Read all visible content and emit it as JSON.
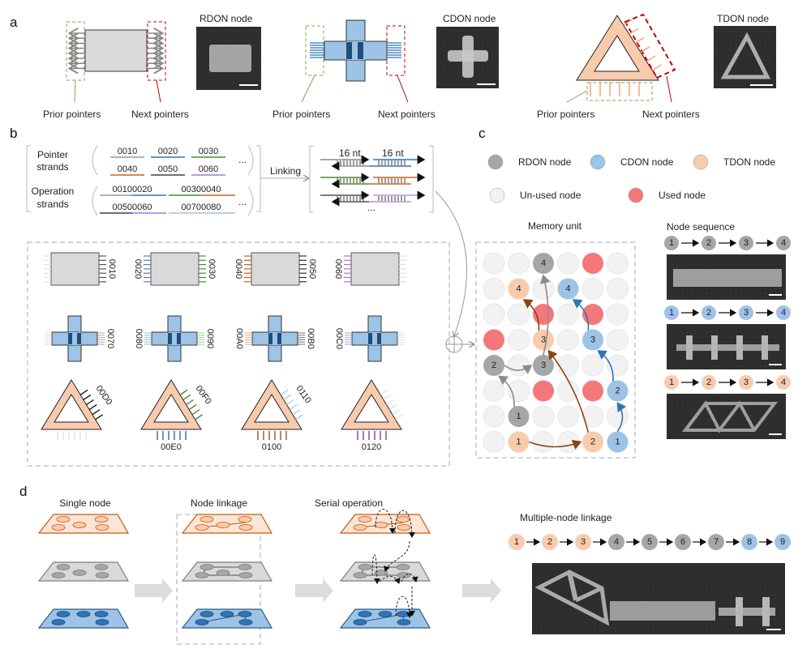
{
  "panels": {
    "a": {
      "label": "a",
      "nodes": [
        {
          "type": "RDON",
          "title": "RDON node",
          "prior_label": "Prior pointers",
          "next_label": "Next pointers"
        },
        {
          "type": "CDON",
          "title": "CDON node",
          "prior_label": "Prior pointers",
          "next_label": "Next pointers"
        },
        {
          "type": "TDON",
          "title": "TDON node",
          "prior_label": "Prior pointers",
          "next_label": "Next pointers"
        }
      ]
    },
    "b": {
      "label": "b",
      "pointer_strands_label": [
        "Pointer",
        "strands"
      ],
      "operation_strands_label": [
        "Operation",
        "strands"
      ],
      "pointer_strands": [
        {
          "code": "0010",
          "color": "#9a9a9a"
        },
        {
          "code": "0020",
          "color": "#2e75b6"
        },
        {
          "code": "0030",
          "color": "#4e8a2e"
        },
        {
          "code": "0040",
          "color": "#d0601c"
        },
        {
          "code": "0050",
          "color": "#404040"
        },
        {
          "code": "0060",
          "color": "#a678d2"
        }
      ],
      "operation_strands": [
        {
          "code": "00100020",
          "colors": [
            "#9a9a9a",
            "#2e75b6"
          ]
        },
        {
          "code": "00300040",
          "colors": [
            "#4e8a2e",
            "#d0601c"
          ]
        },
        {
          "code": "00500060",
          "colors": [
            "#404040",
            "#a678d2"
          ]
        },
        {
          "code": "00700080",
          "colors": [
            "#bdbdbd",
            "#9cc3e6"
          ]
        }
      ],
      "ellipsis": "...",
      "linking_label": "Linking",
      "nt_labels": [
        "16 nt",
        "16 nt"
      ],
      "duplexes": [
        {
          "left": "#8a8a8a",
          "right": "#2e75b6"
        },
        {
          "left": "#4e8a2e",
          "right": "#d0601c"
        },
        {
          "left": "#505050",
          "right": "#b894dc"
        }
      ],
      "library": {
        "rdon": [
          {
            "prior": null,
            "prior_color": "#e0e0e0",
            "next": "0010",
            "next_color": "#555555"
          },
          {
            "prior": "0020",
            "prior_color": "#5b7fa8",
            "next": "0030",
            "next_color": "#4e8a2e"
          },
          {
            "prior": "0040",
            "prior_color": "#d0601c",
            "next": "0050",
            "next_color": "#333333"
          },
          {
            "prior": "0060",
            "prior_color": "#a678d2",
            "next": null,
            "next_color": "#e0e0e0"
          }
        ],
        "cdon": [
          {
            "prior": null,
            "prior_color": "#e0e0e0",
            "next": "0070",
            "next_color": "#b5b5b5"
          },
          {
            "prior": "0080",
            "prior_color": "#9cc3e6",
            "next": "0090",
            "next_color": "#a9d18e"
          },
          {
            "prior": "00A0",
            "prior_color": "#f4b183",
            "next": "00B0",
            "next_color": "#7f7f7f"
          },
          {
            "prior": "00C0",
            "prior_color": "#c5a6e4",
            "next": null,
            "next_color": "#e0e0e0"
          }
        ],
        "tdon": [
          {
            "prior": null,
            "prior_color": "#e0e0e0",
            "next": "00D0",
            "next_color": "#111111"
          },
          {
            "prior": "00E0",
            "prior_color": "#2e5a8a",
            "next": "00F0",
            "next_color": "#4e7a2e"
          },
          {
            "prior": "0100",
            "prior_color": "#8b4513",
            "next": "0110",
            "next_color": "#b4c7dc"
          },
          {
            "prior": "0120",
            "prior_color": "#7030a0",
            "next": null,
            "next_color": "#e0e0e0"
          }
        ]
      }
    },
    "c": {
      "label": "c",
      "legend": [
        {
          "key": "rdon",
          "label": "RDON node",
          "color": "#a6a6a6"
        },
        {
          "key": "cdon",
          "label": "CDON node",
          "color": "#9dc3e6"
        },
        {
          "key": "tdon",
          "label": "TDON node",
          "color": "#f8cbad"
        },
        {
          "key": "unused",
          "label": "Un-used node",
          "color": "#f2f2f2"
        },
        {
          "key": "used",
          "label": "Used node",
          "color": "#f4777a"
        }
      ],
      "memory_unit_title": "Memory unit",
      "grid": [
        [
          "unused",
          "unused",
          "rdon:4",
          "unused",
          "used",
          "unused"
        ],
        [
          "unused",
          "tdon:4",
          "unused",
          "cdon:4",
          "unused",
          "unused"
        ],
        [
          "unused",
          "unused",
          "used",
          "unused",
          "used",
          "unused"
        ],
        [
          "used",
          "unused",
          "tdon:3",
          "unused",
          "cdon:3",
          "unused"
        ],
        [
          "rdon:2",
          "unused",
          "rdon:3",
          "unused",
          "unused",
          "unused"
        ],
        [
          "unused",
          "unused",
          "used",
          "unused",
          "used",
          "cdon:2"
        ],
        [
          "unused",
          "rdon:1",
          "unused",
          "unused",
          "unused",
          "unused"
        ],
        [
          "unused",
          "tdon:1",
          "unused",
          "unused",
          "tdon:2",
          "cdon:1"
        ]
      ],
      "paths": [
        {
          "type": "rdon",
          "color": "#8c8c8c",
          "sequence": [
            1,
            2,
            3,
            4
          ]
        },
        {
          "type": "tdon",
          "color": "#8b4513",
          "sequence": [
            1,
            2,
            3,
            4
          ]
        },
        {
          "type": "cdon",
          "color": "#2e75b6",
          "sequence": [
            1,
            2,
            3,
            4
          ]
        }
      ],
      "node_sequence_title": "Node sequence",
      "sequences": [
        {
          "type": "rdon",
          "nodes": [
            "1",
            "2",
            "3",
            "4"
          ]
        },
        {
          "type": "cdon",
          "nodes": [
            "1",
            "2",
            "3",
            "4"
          ]
        },
        {
          "type": "tdon",
          "nodes": [
            "1",
            "2",
            "3",
            "4"
          ]
        }
      ]
    },
    "d": {
      "label": "d",
      "steps": [
        "Single node",
        "Node linkage",
        "Serial operation"
      ],
      "multi_title": "Multiple-node linkage",
      "multi_sequence": [
        {
          "n": "1",
          "type": "tdon"
        },
        {
          "n": "2",
          "type": "tdon"
        },
        {
          "n": "3",
          "type": "tdon"
        },
        {
          "n": "4",
          "type": "rdon"
        },
        {
          "n": "5",
          "type": "rdon"
        },
        {
          "n": "6",
          "type": "rdon"
        },
        {
          "n": "7",
          "type": "rdon"
        },
        {
          "n": "8",
          "type": "cdon"
        },
        {
          "n": "9",
          "type": "cdon"
        }
      ]
    }
  },
  "colors": {
    "rdon_fill": "#d9d9d9",
    "cdon_fill": "#9dc3e6",
    "cdon_dark": "#1f4e79",
    "tdon_fill": "#f8cbad",
    "prior_box": "#70ad47",
    "next_box": "#c00000",
    "arrow_gray": "#dcdcdc",
    "image_bg": "#2b2b2b"
  }
}
